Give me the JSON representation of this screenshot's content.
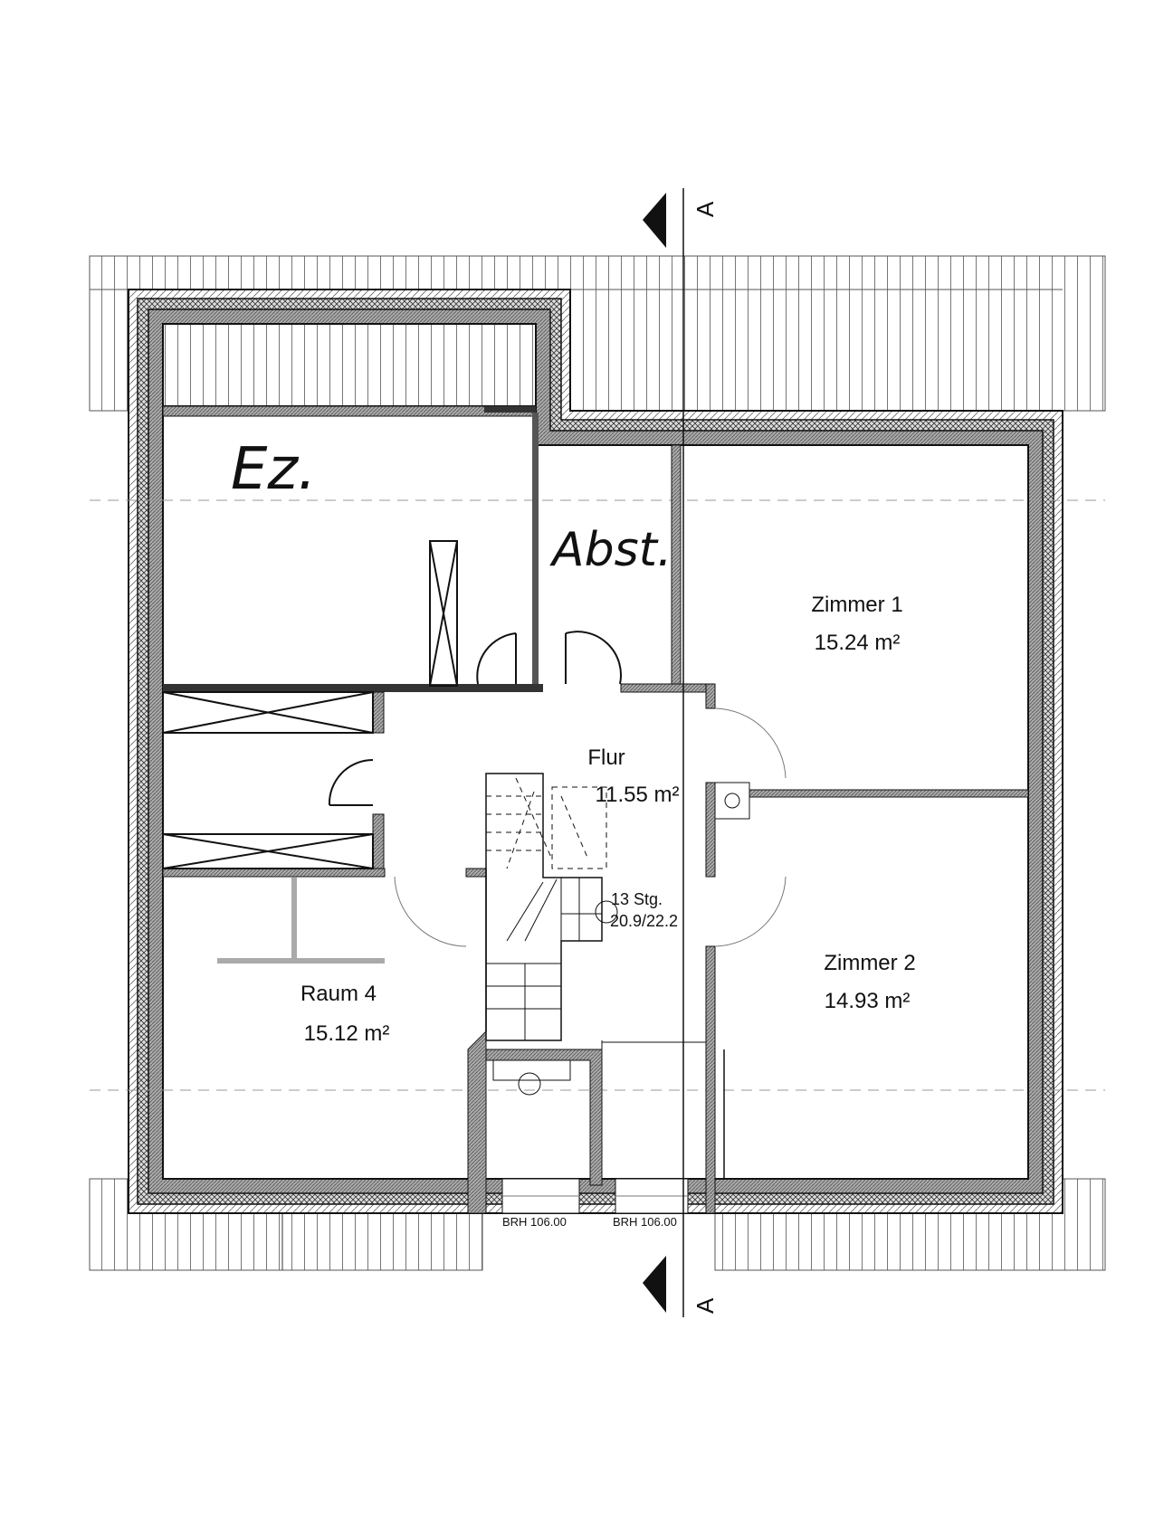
{
  "section": {
    "label_top": "A",
    "label_bottom": "A"
  },
  "rooms": {
    "ez": {
      "name": "Ez."
    },
    "abst": {
      "name": "Abst."
    },
    "zimmer1": {
      "name": "Zimmer 1",
      "area": "15.24 m²"
    },
    "zimmer2": {
      "name": "Zimmer 2",
      "area": "14.93 m²"
    },
    "flur": {
      "name": "Flur",
      "area": "11.55 m²"
    },
    "raum4": {
      "name": "Raum 4",
      "area": "15.12 m²"
    }
  },
  "stairs": {
    "steps": "13 Stg.",
    "ratio": "20.9/22.2"
  },
  "windows": [
    {
      "label": "BRH 106.00"
    },
    {
      "label": "BRH 106.00"
    }
  ],
  "colors": {
    "wall": "#9a9a9a",
    "line": "#111111",
    "hand": "#111111"
  }
}
